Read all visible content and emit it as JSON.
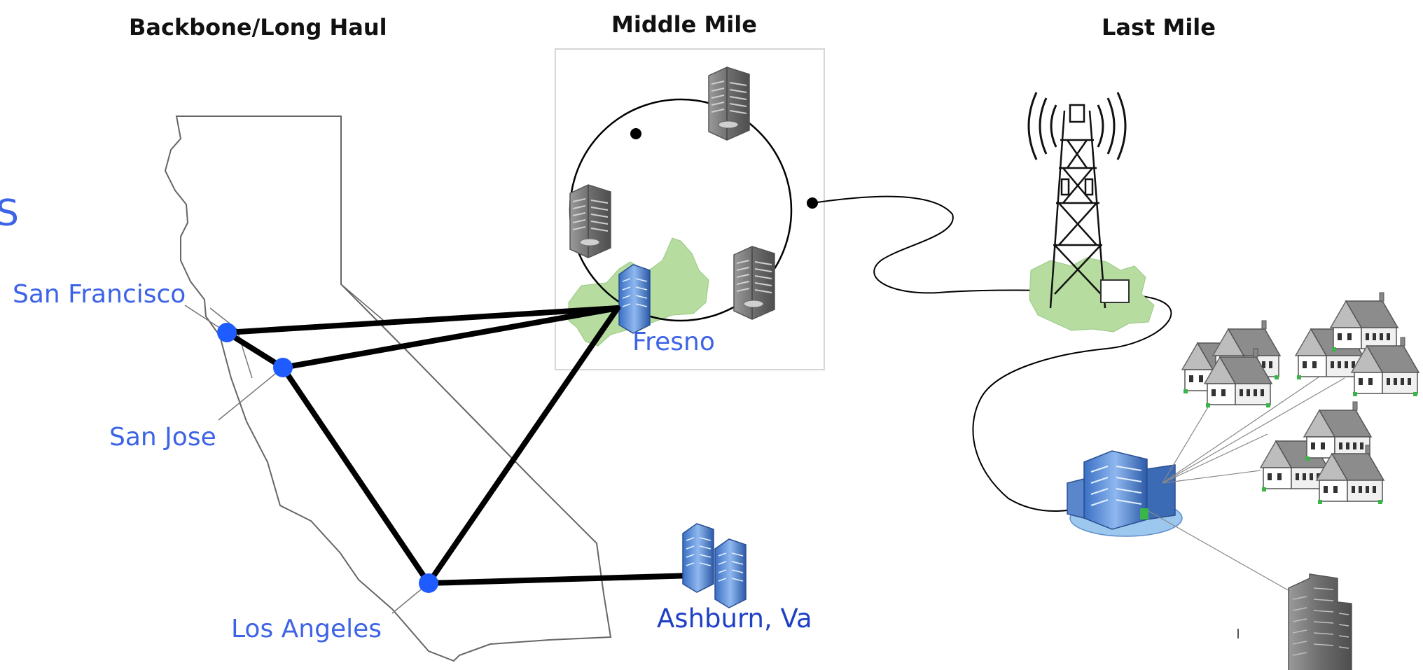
{
  "sections": {
    "backbone_title": "Backbone/Long Haul",
    "middle_title": "Middle Mile",
    "last_title": "Last Mile"
  },
  "cities": {
    "san_francisco": "San Francisco",
    "san_jose": "San Jose",
    "los_angeles": "Los Angeles",
    "fresno": "Fresno",
    "ashburn": "Ashburn, Va"
  },
  "partial_letter": "S",
  "colors": {
    "node_blue": "#1f5cff",
    "label_blue": "#3d63e6",
    "ashburn_blue": "#1f3fc4",
    "link": "#000000",
    "region_green": "#b6dca0",
    "building_gray": "#8a8a8a"
  },
  "icons": {
    "data_center": "data-center-icon",
    "office_tower": "office-building-icon",
    "cell_tower": "cell-tower-icon",
    "house": "house-icon",
    "central_office": "central-office-icon"
  }
}
